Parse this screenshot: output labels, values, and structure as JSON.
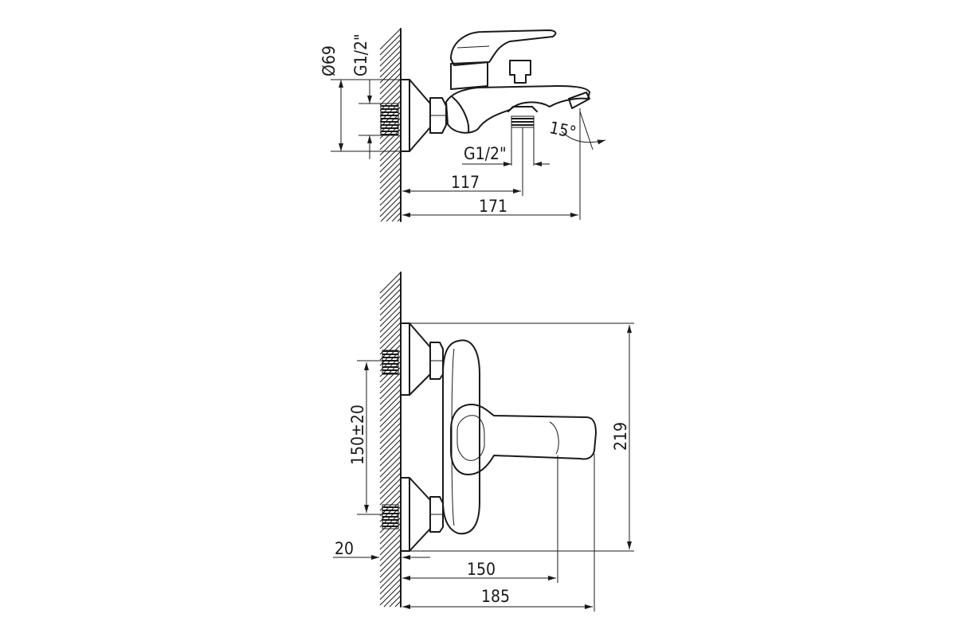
{
  "side_view": {
    "dim_diameter": "Ø69",
    "dim_thread_inlet": "G1/2\"",
    "dim_thread_outlet": "G1/2\"",
    "dim_depth_outlet": "117",
    "dim_depth_spout": "171",
    "dim_angle": "15°"
  },
  "front_view": {
    "dim_centers": "150±20",
    "dim_height": "219",
    "dim_offset": "20",
    "dim_lever_reach": "150",
    "dim_total_reach": "185"
  }
}
